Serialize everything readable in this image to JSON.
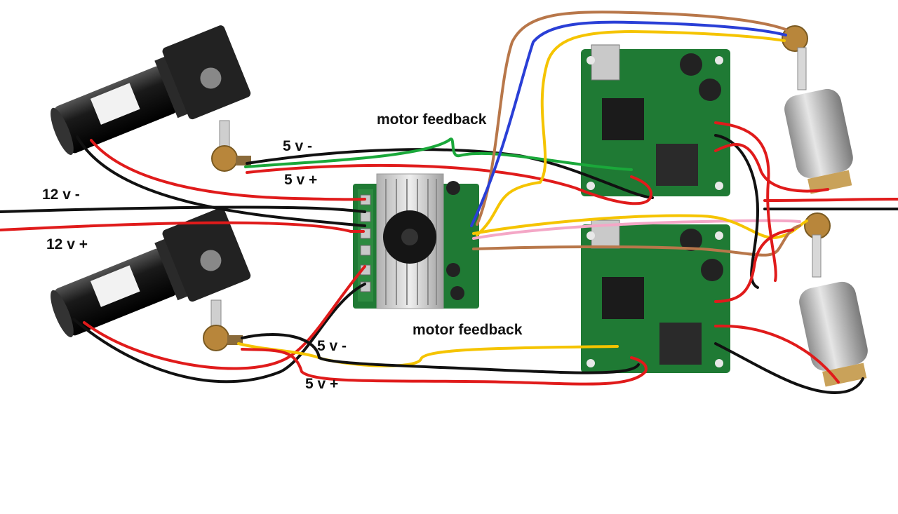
{
  "labels": {
    "v12_minus": "12 v -",
    "v12_plus": "12 v +",
    "top_5v_minus": "5 v -",
    "top_5v_plus": "5 v +",
    "top_feedback": "motor feedback",
    "bottom_5v_minus": "5 v -",
    "bottom_5v_plus": "5 v +",
    "bottom_feedback": "motor feedback"
  },
  "colors": {
    "wire_red": "#e01b1b",
    "wire_black": "#111111",
    "wire_green": "#1aa83a",
    "wire_yellow": "#f5c400",
    "wire_blue": "#2a3fd6",
    "wire_brown": "#b8774a",
    "wire_pink": "#f4a7c6",
    "pcb_green": "#1f7a34",
    "motor_body": "#1b1b1b",
    "small_motor": "#bdbdbd"
  }
}
